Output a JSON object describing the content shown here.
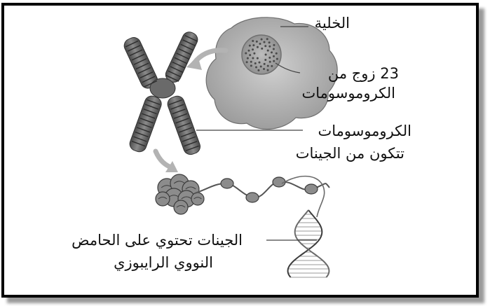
{
  "labels": {
    "cell": "الخلية",
    "pairs_line1": "23 زوج من",
    "pairs_line2": "الكروموسومات",
    "chromosomes_line1": "الكروموسومات",
    "chromosomes_line2": "تتكون من الجينات",
    "genes_line1": "الجينات تحتوي على الحامض",
    "genes_line2": "النووي الرايبوزي"
  }
}
